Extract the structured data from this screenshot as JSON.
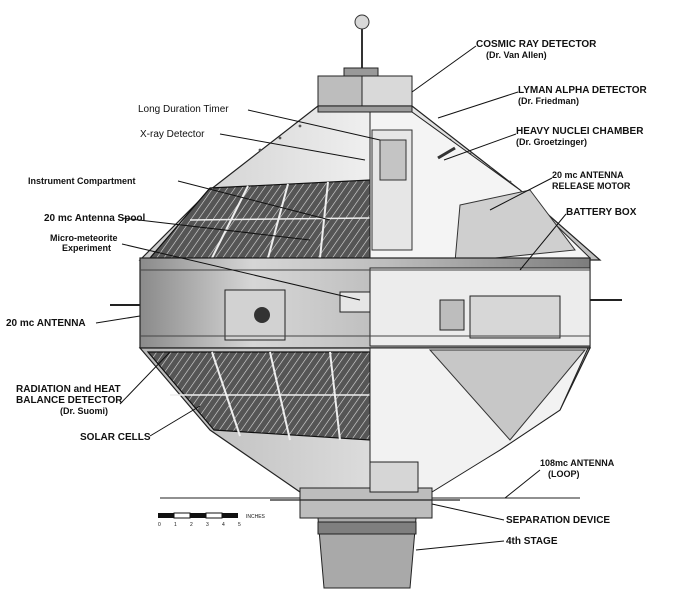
{
  "labels": {
    "cosmic_ray": "COSMIC RAY DETECTOR",
    "cosmic_ray_sub": "(Dr. Van Allen)",
    "lyman": "LYMAN ALPHA DETECTOR",
    "lyman_sub": "(Dr. Friedman)",
    "heavy_nuclei": "HEAVY NUCLEI CHAMBER",
    "heavy_nuclei_sub": "(Dr. Groetzinger)",
    "antenna_release_1": "20 mc ANTENNA",
    "antenna_release_2": "RELEASE MOTOR",
    "battery": "BATTERY BOX",
    "timer": "Long Duration Timer",
    "xray": "X-ray Detector",
    "instrument": "Instrument Compartment",
    "spool": "20 mc Antenna Spool",
    "micro_1": "Micro-meteorite",
    "micro_2": "Experiment",
    "antenna_20": "20 mc  ANTENNA",
    "radiation_1": "RADIATION and HEAT",
    "radiation_2": "BALANCE DETECTOR",
    "radiation_3": "(Dr. Suomi)",
    "solar": "SOLAR CELLS",
    "antenna_108_1": "108mc ANTENNA",
    "antenna_108_2": "(LOOP)",
    "separation": "SEPARATION DEVICE",
    "stage4": "4th STAGE"
  },
  "scale": {
    "ticks": [
      "0",
      "1",
      "2",
      "3",
      "4",
      "5"
    ],
    "unit": "INCHES"
  },
  "colors": {
    "ink": "#111111",
    "shell_light": "#e8e8e8",
    "shell_mid": "#b9b9b9",
    "shell_dark": "#6f6f6f",
    "window": "#3a3a3a"
  }
}
